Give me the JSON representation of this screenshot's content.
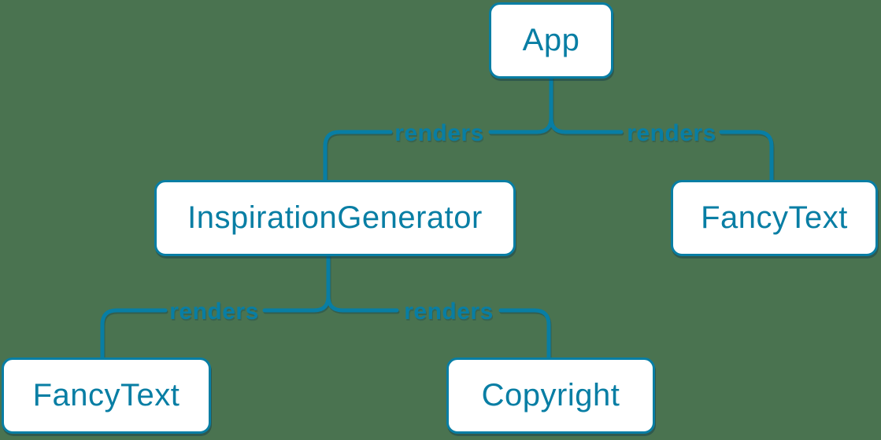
{
  "colors": {
    "bg": "#4a7350",
    "accent": "#087ea4",
    "node-fill": "#ffffff",
    "shadow": "rgba(11,56,74,0.42)",
    "shadow-soft": "rgba(11,56,74,0.25)"
  },
  "diagram": {
    "type": "tree",
    "nodes": [
      {
        "id": "app",
        "label": "App"
      },
      {
        "id": "inspiration-generator",
        "label": "InspirationGenerator"
      },
      {
        "id": "fancy-text-top-right",
        "label": "FancyText"
      },
      {
        "id": "fancy-text-bottom-left",
        "label": "FancyText"
      },
      {
        "id": "copyright",
        "label": "Copyright"
      }
    ],
    "edges": [
      {
        "from": "app",
        "to": "inspiration-generator",
        "label": "renders"
      },
      {
        "from": "app",
        "to": "fancy-text-top-right",
        "label": "renders"
      },
      {
        "from": "inspiration-generator",
        "to": "fancy-text-bottom-left",
        "label": "renders"
      },
      {
        "from": "inspiration-generator",
        "to": "copyright",
        "label": "renders"
      }
    ]
  }
}
